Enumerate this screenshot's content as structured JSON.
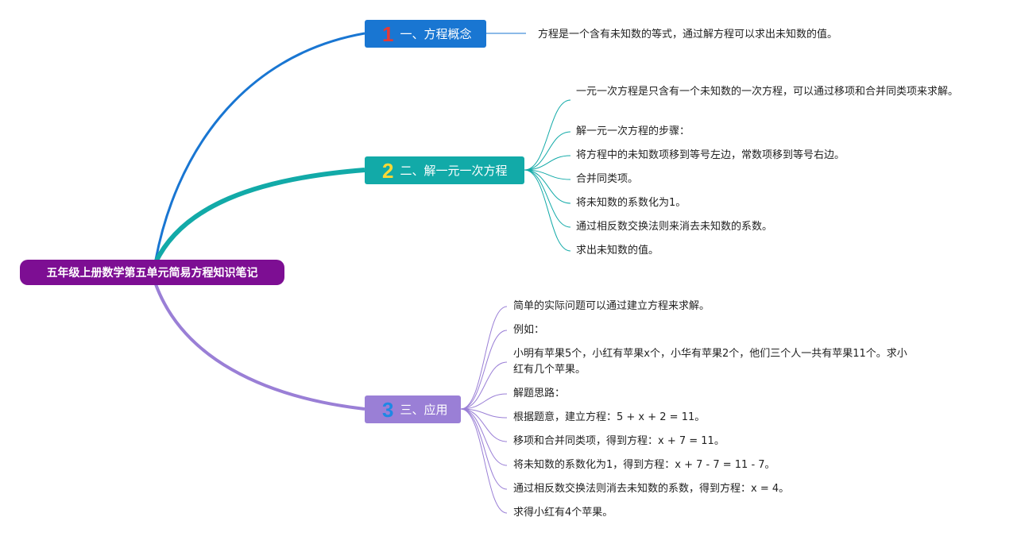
{
  "root": {
    "label": "五年级上册数学第五单元简易方程知识笔记",
    "color": "#7d0e93"
  },
  "branches": [
    {
      "num": "1",
      "label": "一、方程概念",
      "color": "#1976d2",
      "num_color": "#e53935",
      "items": [
        "方程是一个含有未知数的等式，通过解方程可以求出未知数的值。"
      ]
    },
    {
      "num": "2",
      "label": "二、解一元一次方程",
      "color": "#12aaa8",
      "num_color": "#fdd835",
      "items": [
        "一元一次方程是只含有一个未知数的一次方程，可以通过移项和合并同类项来求解。",
        "解一元一次方程的步骤：",
        "将方程中的未知数项移到等号左边，常数项移到等号右边。",
        "合并同类项。",
        "将未知数的系数化为1。",
        "通过相反数交换法则来消去未知数的系数。",
        "求出未知数的值。"
      ]
    },
    {
      "num": "3",
      "label": "三、应用",
      "color": "#9a7fd6",
      "num_color": "#1e88e5",
      "items": [
        "简单的实际问题可以通过建立方程来求解。",
        "例如：",
        "小明有苹果5个，小红有苹果x个，小华有苹果2个，他们三个人一共有苹果11个。求小红有几个苹果。",
        "解题思路：",
        "根据题意，建立方程：5 + x + 2 = 11。",
        "移项和合并同类项，得到方程：x + 7 = 11。",
        "将未知数的系数化为1，得到方程：x + 7 - 7 = 11 - 7。",
        "通过相反数交换法则消去未知数的系数，得到方程：x = 4。",
        "求得小红有4个苹果。"
      ]
    }
  ]
}
